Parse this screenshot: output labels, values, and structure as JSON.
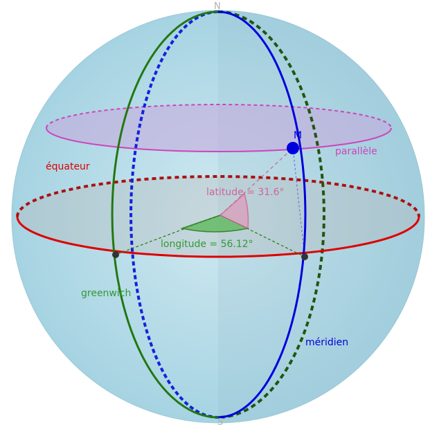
{
  "labels": {
    "north": "N",
    "south": "S",
    "point": "M",
    "parallel": "parallèle",
    "equator": "équateur",
    "latitude": "latitude = 31.6°",
    "longitude": "longitude = 56.12°",
    "greenwich": "greenwich",
    "meridian": "méridien"
  },
  "colors": {
    "sphere": "#a9d4e3",
    "equator": "#dd0000",
    "parallel": "#cc44bb",
    "meridian": "#0000dd",
    "greenwich": "#227711",
    "latitude": "#cc6699",
    "longitude": "#339933",
    "pole": "#b0b0b0"
  }
}
